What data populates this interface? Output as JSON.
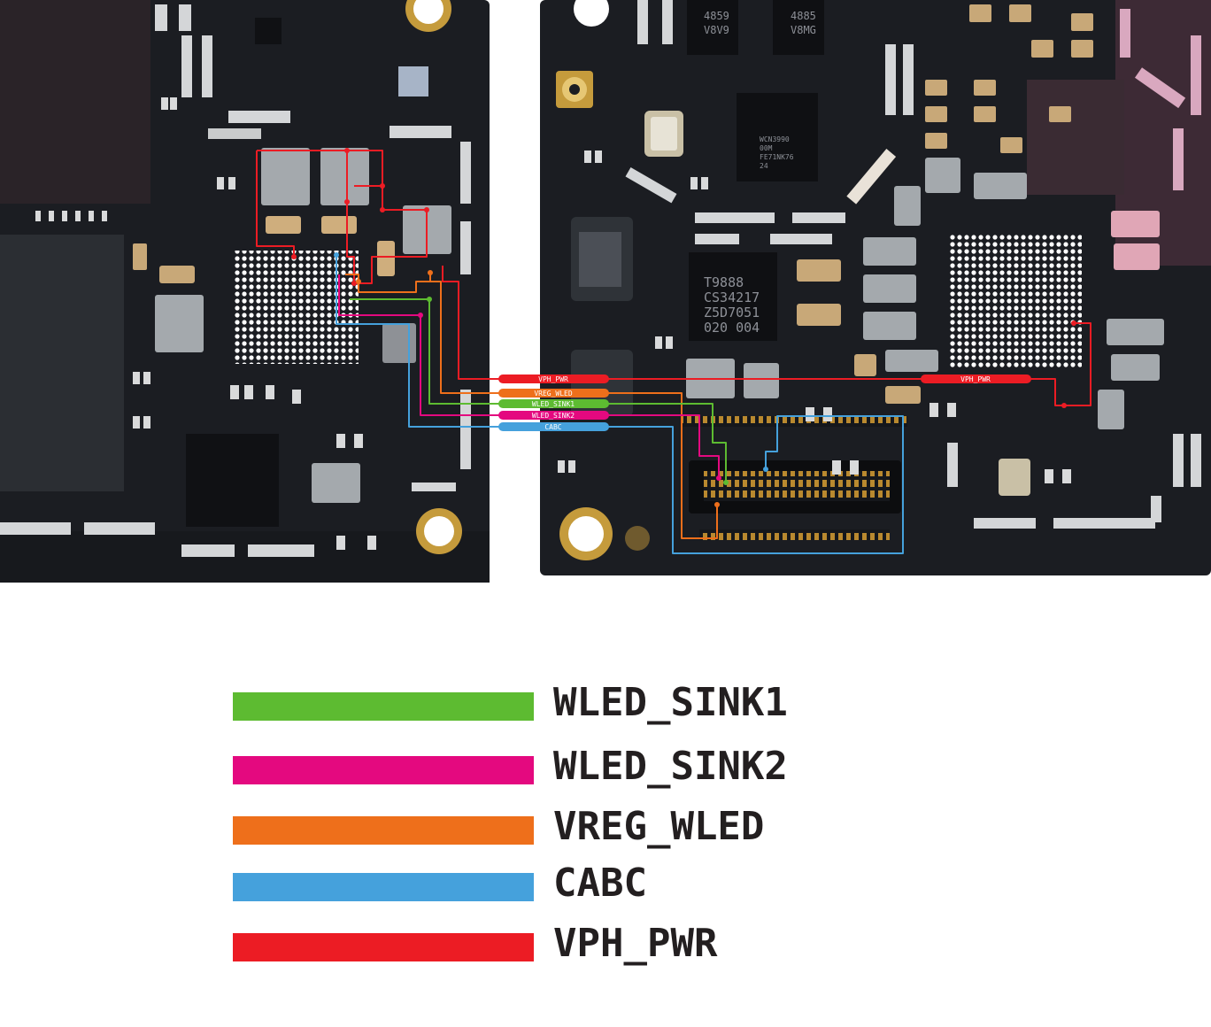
{
  "colors": {
    "board": "#1b1d22",
    "background": "#ffffff",
    "wled_sink1": "#5dbb31",
    "wled_sink2": "#e4097f",
    "vreg_wled": "#ee6f1b",
    "cabc": "#45a1dc",
    "vph_pwr": "#ec1c24"
  },
  "icons": {
    "left_board": "pcb-board-icon",
    "right_board": "pcb-board-icon",
    "bga_chip": "bga-chip-icon",
    "connector": "fpc-connector-icon"
  },
  "signal_labels": {
    "vph_pwr": "VPH_PWR",
    "vreg_wled": "VREG_WLED",
    "wled_sink1": "WLED_SINK1",
    "wled_sink2": "WLED_SINK2",
    "cabc": "CABC",
    "vph_pwr_right": "VPH_PWR"
  },
  "chip_markings": {
    "chip1_l1": "T9888",
    "chip1_l2": "CS34217",
    "chip1_l3": "Z5D7051",
    "chip1_l4": "020 004",
    "chip2_l1": "WCN3990",
    "chip2_l2": "00M",
    "chip2_l3": "FE71NK76",
    "chip2_l4": "24",
    "chip3_l1": "4859",
    "chip3_l2": "V8V9",
    "chip4_l1": "4885",
    "chip4_l2": "V8MG"
  },
  "legend": {
    "items": [
      {
        "label": "WLED_SINK1",
        "color": "#5dbb31"
      },
      {
        "label": "WLED_SINK2",
        "color": "#e4097f"
      },
      {
        "label": "VREG_WLED",
        "color": "#ee6f1b"
      },
      {
        "label": "CABC",
        "color": "#45a1dc"
      },
      {
        "label": "VPH_PWR",
        "color": "#ec1c24"
      }
    ]
  }
}
